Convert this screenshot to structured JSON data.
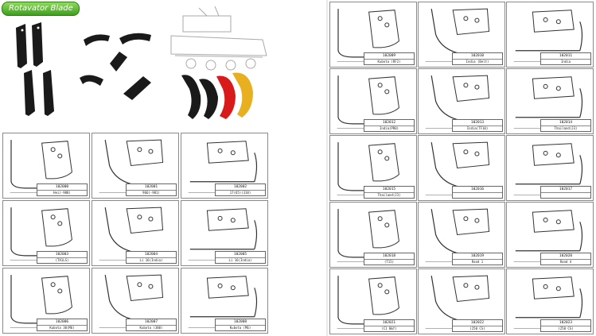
{
  "banner": {
    "title": "Rotavator Blade"
  },
  "left_cells": [
    {
      "code": "102000",
      "model": "Hei(-988)"
    },
    {
      "code": "102001",
      "model": "966(-981)"
    },
    {
      "code": "102002",
      "model": "17(65)(318)"
    },
    {
      "code": "102003",
      "model": "(TA1LS)"
    },
    {
      "code": "102004",
      "model": "Li 16(India)"
    },
    {
      "code": "102005",
      "model": "Li 16(India)"
    },
    {
      "code": "102006",
      "model": "Kubota 30(M6)"
    },
    {
      "code": "102007",
      "model": "Kubota (380)"
    },
    {
      "code": "102008",
      "model": "Kubota (M6)"
    }
  ],
  "right_cells": [
    {
      "code": "102009",
      "model": "Kubota (RF2)"
    },
    {
      "code": "102010",
      "model": "India (Belt)"
    },
    {
      "code": "102011",
      "model": "India"
    },
    {
      "code": "102012",
      "model": "India(PR0)"
    },
    {
      "code": "102013",
      "model": "India(TF10)"
    },
    {
      "code": "102014",
      "model": "Thailand(J3)"
    },
    {
      "code": "102015",
      "model": "Thailand(J3)"
    },
    {
      "code": "102016",
      "model": ""
    },
    {
      "code": "102017",
      "model": ""
    },
    {
      "code": "102018",
      "model": "(T15)"
    },
    {
      "code": "102019",
      "model": "Rand 1"
    },
    {
      "code": "102020",
      "model": "Rand 4"
    },
    {
      "code": "102021",
      "model": "(C1 B&Y)"
    },
    {
      "code": "102022",
      "model": "(250 CS)"
    },
    {
      "code": "102023",
      "model": "(250 CS)"
    }
  ],
  "colors": {
    "blade_black": "#1a1a1a",
    "blade_red": "#d81a1a",
    "blade_yellow": "#e8b020",
    "banner_green": "#4caf2a",
    "line": "#333333"
  }
}
